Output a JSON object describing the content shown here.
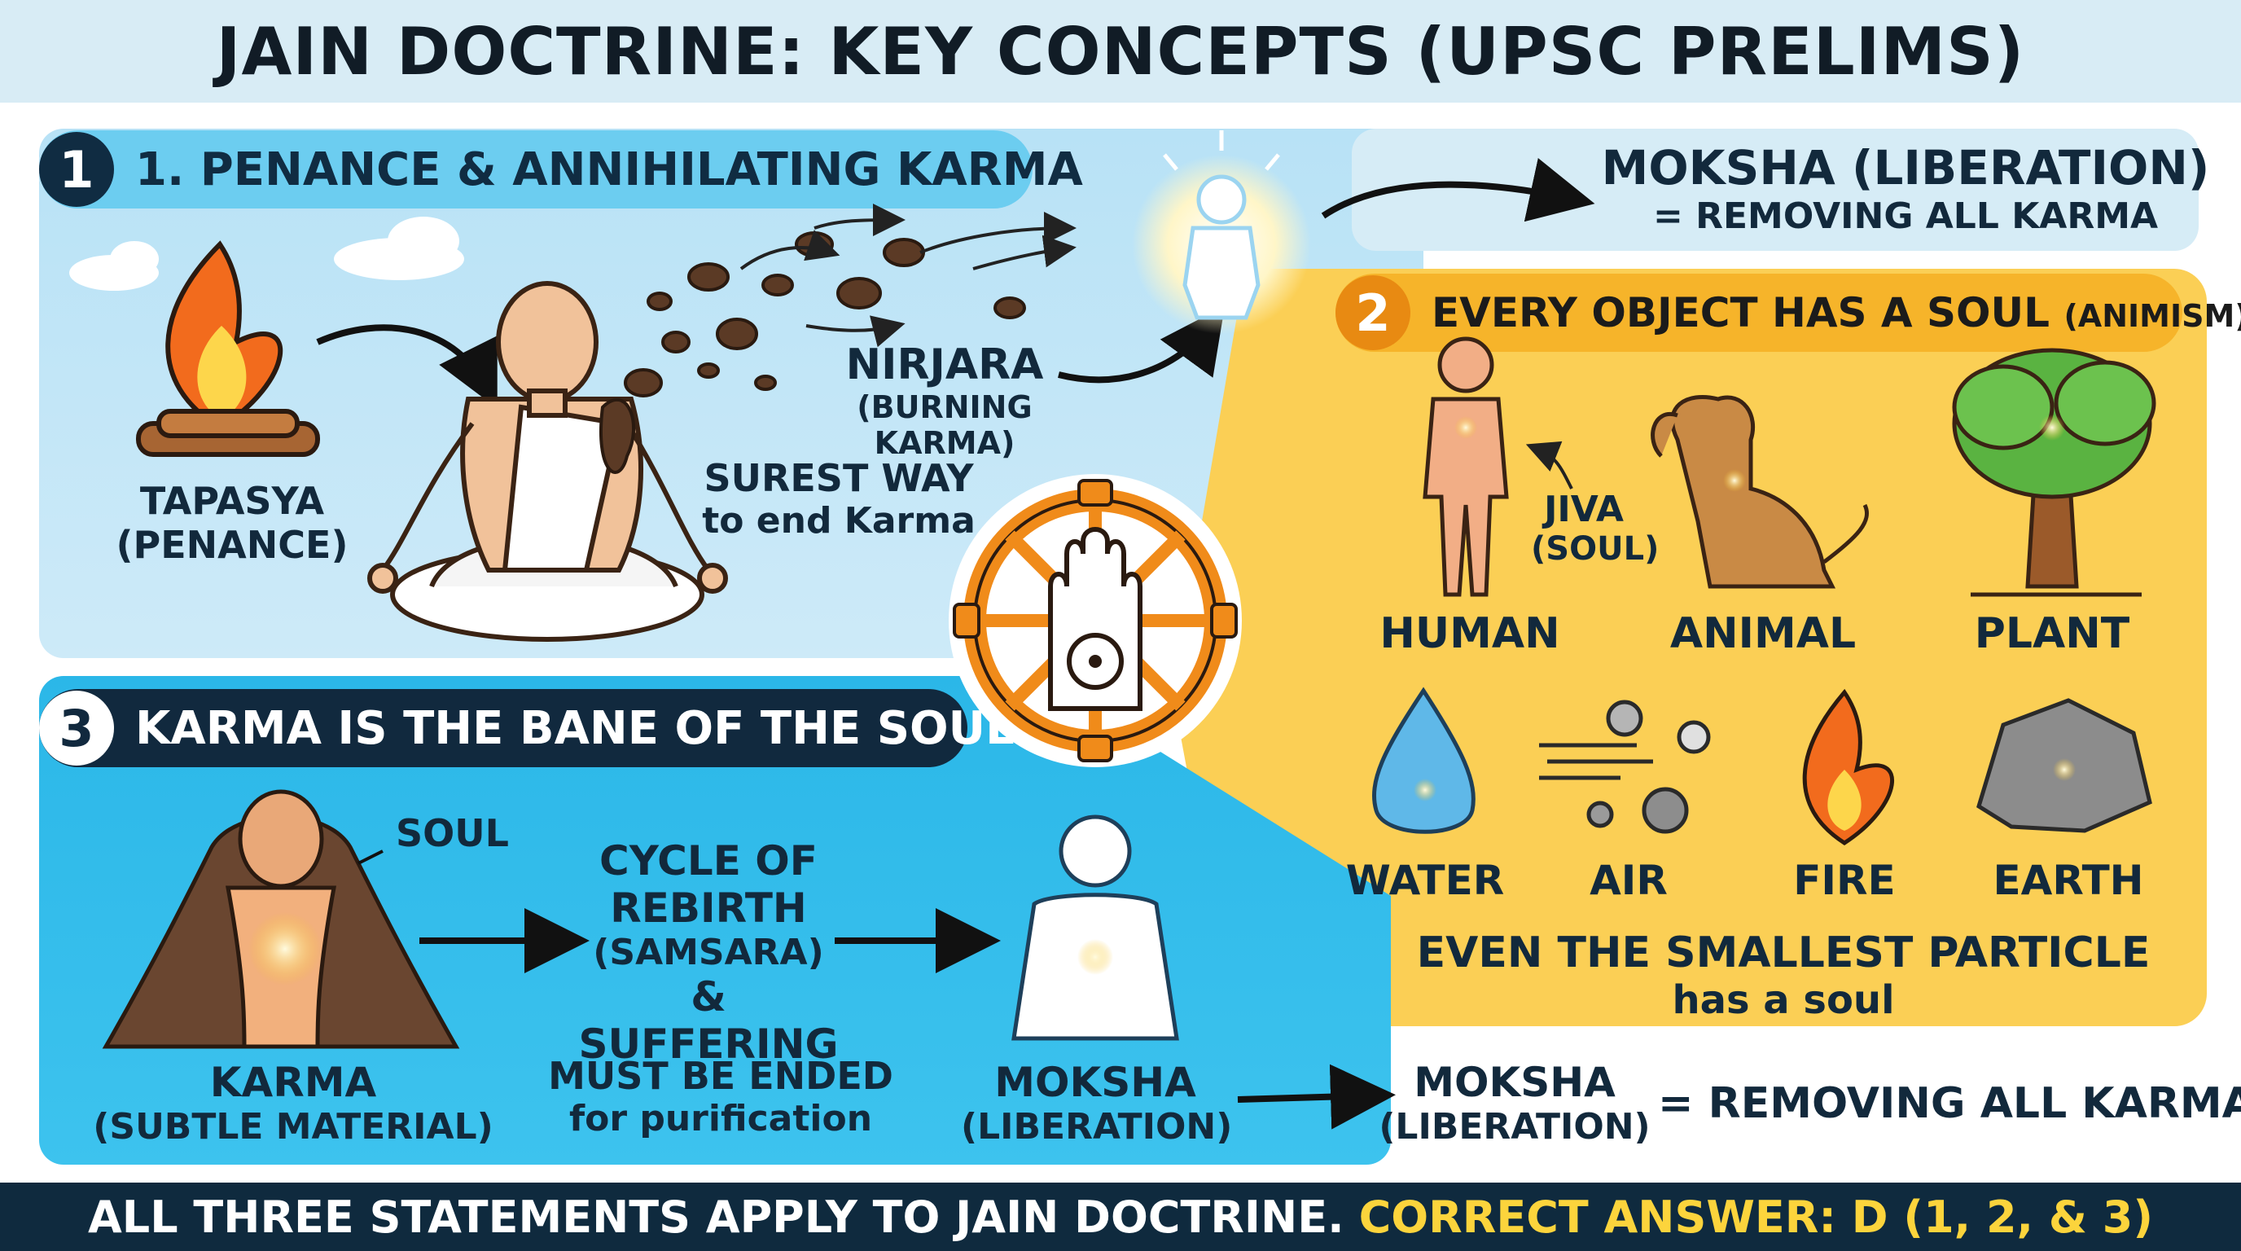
{
  "title": "JAIN DOCTRINE: KEY CONCEPTS (UPSC PRELIMS)",
  "section1": {
    "number": "1",
    "heading": "1. PENANCE & ANNIHILATING KARMA",
    "tapasya_label": "TAPASYA",
    "tapasya_sub": "(PENANCE)",
    "nirjara_label": "NIRJARA",
    "nirjara_sub": "(BURNING KARMA)",
    "surest_label": "SUREST WAY",
    "surest_sub": "to end Karma"
  },
  "moksha_top": {
    "title": "MOKSHA (LIBERATION)",
    "sub": "= REMOVING ALL KARMA"
  },
  "section2": {
    "number": "2",
    "heading": "EVERY OBJECT HAS A SOUL",
    "heading_small": "(ANIMISM)",
    "jiva_label": "JIVA",
    "jiva_sub": "(SOUL)",
    "items": [
      {
        "label": "HUMAN"
      },
      {
        "label": "ANIMAL"
      },
      {
        "label": "PLANT"
      },
      {
        "label": "WATER"
      },
      {
        "label": "AIR"
      },
      {
        "label": "FIRE"
      },
      {
        "label": "EARTH"
      }
    ],
    "footer_line1": "EVEN THE SMALLEST PARTICLE",
    "footer_line2": "has a soul"
  },
  "section3": {
    "number": "3",
    "heading": "KARMA IS THE BANE OF THE SOUL",
    "soul_label": "SOUL",
    "karma_label": "KARMA",
    "karma_sub": "(SUBTLE MATERIAL)",
    "cycle_line1": "CYCLE OF",
    "cycle_line2": "REBIRTH",
    "cycle_line3": "(SAMSARA)",
    "cycle_line4": "& SUFFERING",
    "must_line1": "MUST BE ENDED",
    "must_line2": "for purification",
    "moksha_label": "MOKSHA",
    "moksha_sub": "(LIBERATION)"
  },
  "moksha_bottom": {
    "title": "MOKSHA",
    "sub": "(LIBERATION)",
    "eq": "= REMOVING ALL KARMA"
  },
  "footer": {
    "statement": "ALL THREE STATEMENTS APPLY TO JAIN DOCTRINE.",
    "answer": "CORRECT ANSWER: D (1, 2, & 3)"
  },
  "colors": {
    "panel1": "#b8e2f6",
    "panel2": "#fbcf55",
    "panel3": "#2bb7e8",
    "navy": "#0f2a3e",
    "answer_yellow": "#fcd43c"
  }
}
